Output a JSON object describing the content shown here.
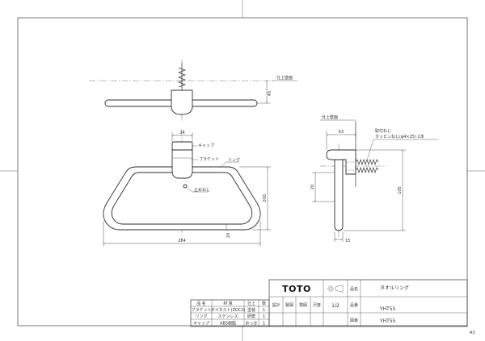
{
  "sheet": {
    "size": "A3"
  },
  "top_view": {
    "wall_label": "仕上壁面",
    "dim_depth": "45"
  },
  "front_view": {
    "labels": {
      "cap": "キャップ",
      "bracket": "ブラケット",
      "ring": "リング",
      "set_screw": "止めねじ"
    },
    "dims": {
      "bracket_width": "24",
      "overall_width": "264",
      "overall_height": "200",
      "ring_thickness": "20"
    }
  },
  "side_view": {
    "wall_label": "仕上壁面",
    "screw_label": "取付ねじ",
    "screw_spec": "タッピンねじ(φ4×25) 2本",
    "dims": {
      "projection": "63",
      "height": "105",
      "offset": "20",
      "ring_depth": "15"
    }
  },
  "parts_table": {
    "header": [
      "品 名",
      "材 質",
      "仕上",
      "数"
    ],
    "rows": [
      [
        "ブラケット",
        "ダイカスト(ZDC2)",
        "塗装",
        "1"
      ],
      [
        "リング",
        "ステンレス",
        "研磨",
        "1"
      ],
      [
        "キャップ",
        "ABS樹脂",
        "めっき",
        "1"
      ]
    ]
  },
  "title_block": {
    "brand": "TOTO",
    "name_label": "品名",
    "product_name": "タオルリング",
    "cells": [
      "設計",
      "製図",
      "検図"
    ],
    "scale_label": "尺度",
    "scale": "1/2",
    "code_label": "品番",
    "code": "YHT55",
    "drawing_no_label": "図番",
    "drawing_no": "YHT55"
  },
  "colors": {
    "line": "#3a3a3a",
    "paper": "#ffffff"
  }
}
